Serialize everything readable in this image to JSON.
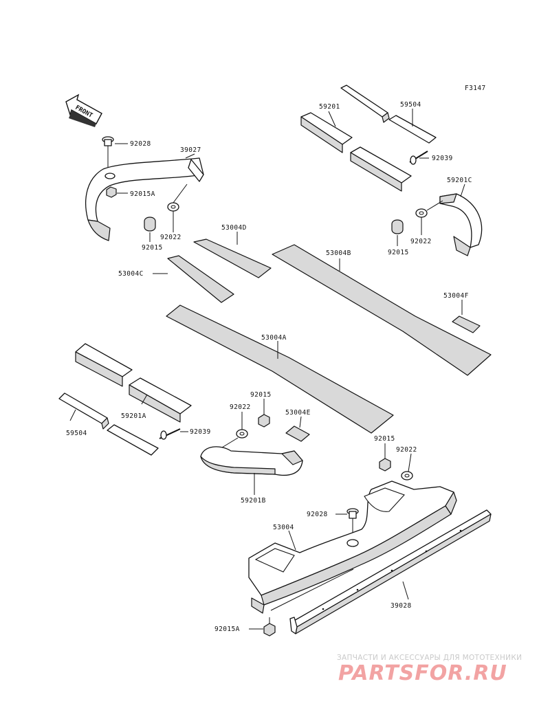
{
  "figure_id": "F3147",
  "front_label": "FRONT",
  "parts": {
    "p92028_top": "92028",
    "p39027": "39027",
    "p92015A_top": "92015A",
    "p92022_left": "92022",
    "p92015_left": "92015",
    "p53004D": "53004D",
    "p53004C": "53004C",
    "p59201": "59201",
    "p59504_top": "59504",
    "p92039_top": "92039",
    "p59201C": "59201C",
    "p92022_right": "92022",
    "p92015_right": "92015",
    "p53004B": "53004B",
    "p53004F": "53004F",
    "p53004A": "53004A",
    "p59201A": "59201A",
    "p59504_bottom": "59504",
    "p92039_bottom": "92039",
    "p92022_mid": "92022",
    "p92015_mid": "92015",
    "p53004E": "53004E",
    "p59201B": "59201B",
    "p92015_lower": "92015",
    "p92022_lower": "92022",
    "p92028_lower": "92028",
    "p53004": "53004",
    "p39028": "39028",
    "p92015A_bottom": "92015A"
  },
  "watermark": {
    "tagline": "ЗАПЧАСТИ И АКСЕССУАРЫ ДЛЯ МОТОТЕХНИКИ",
    "logo": "PARTSFOR.RU"
  }
}
